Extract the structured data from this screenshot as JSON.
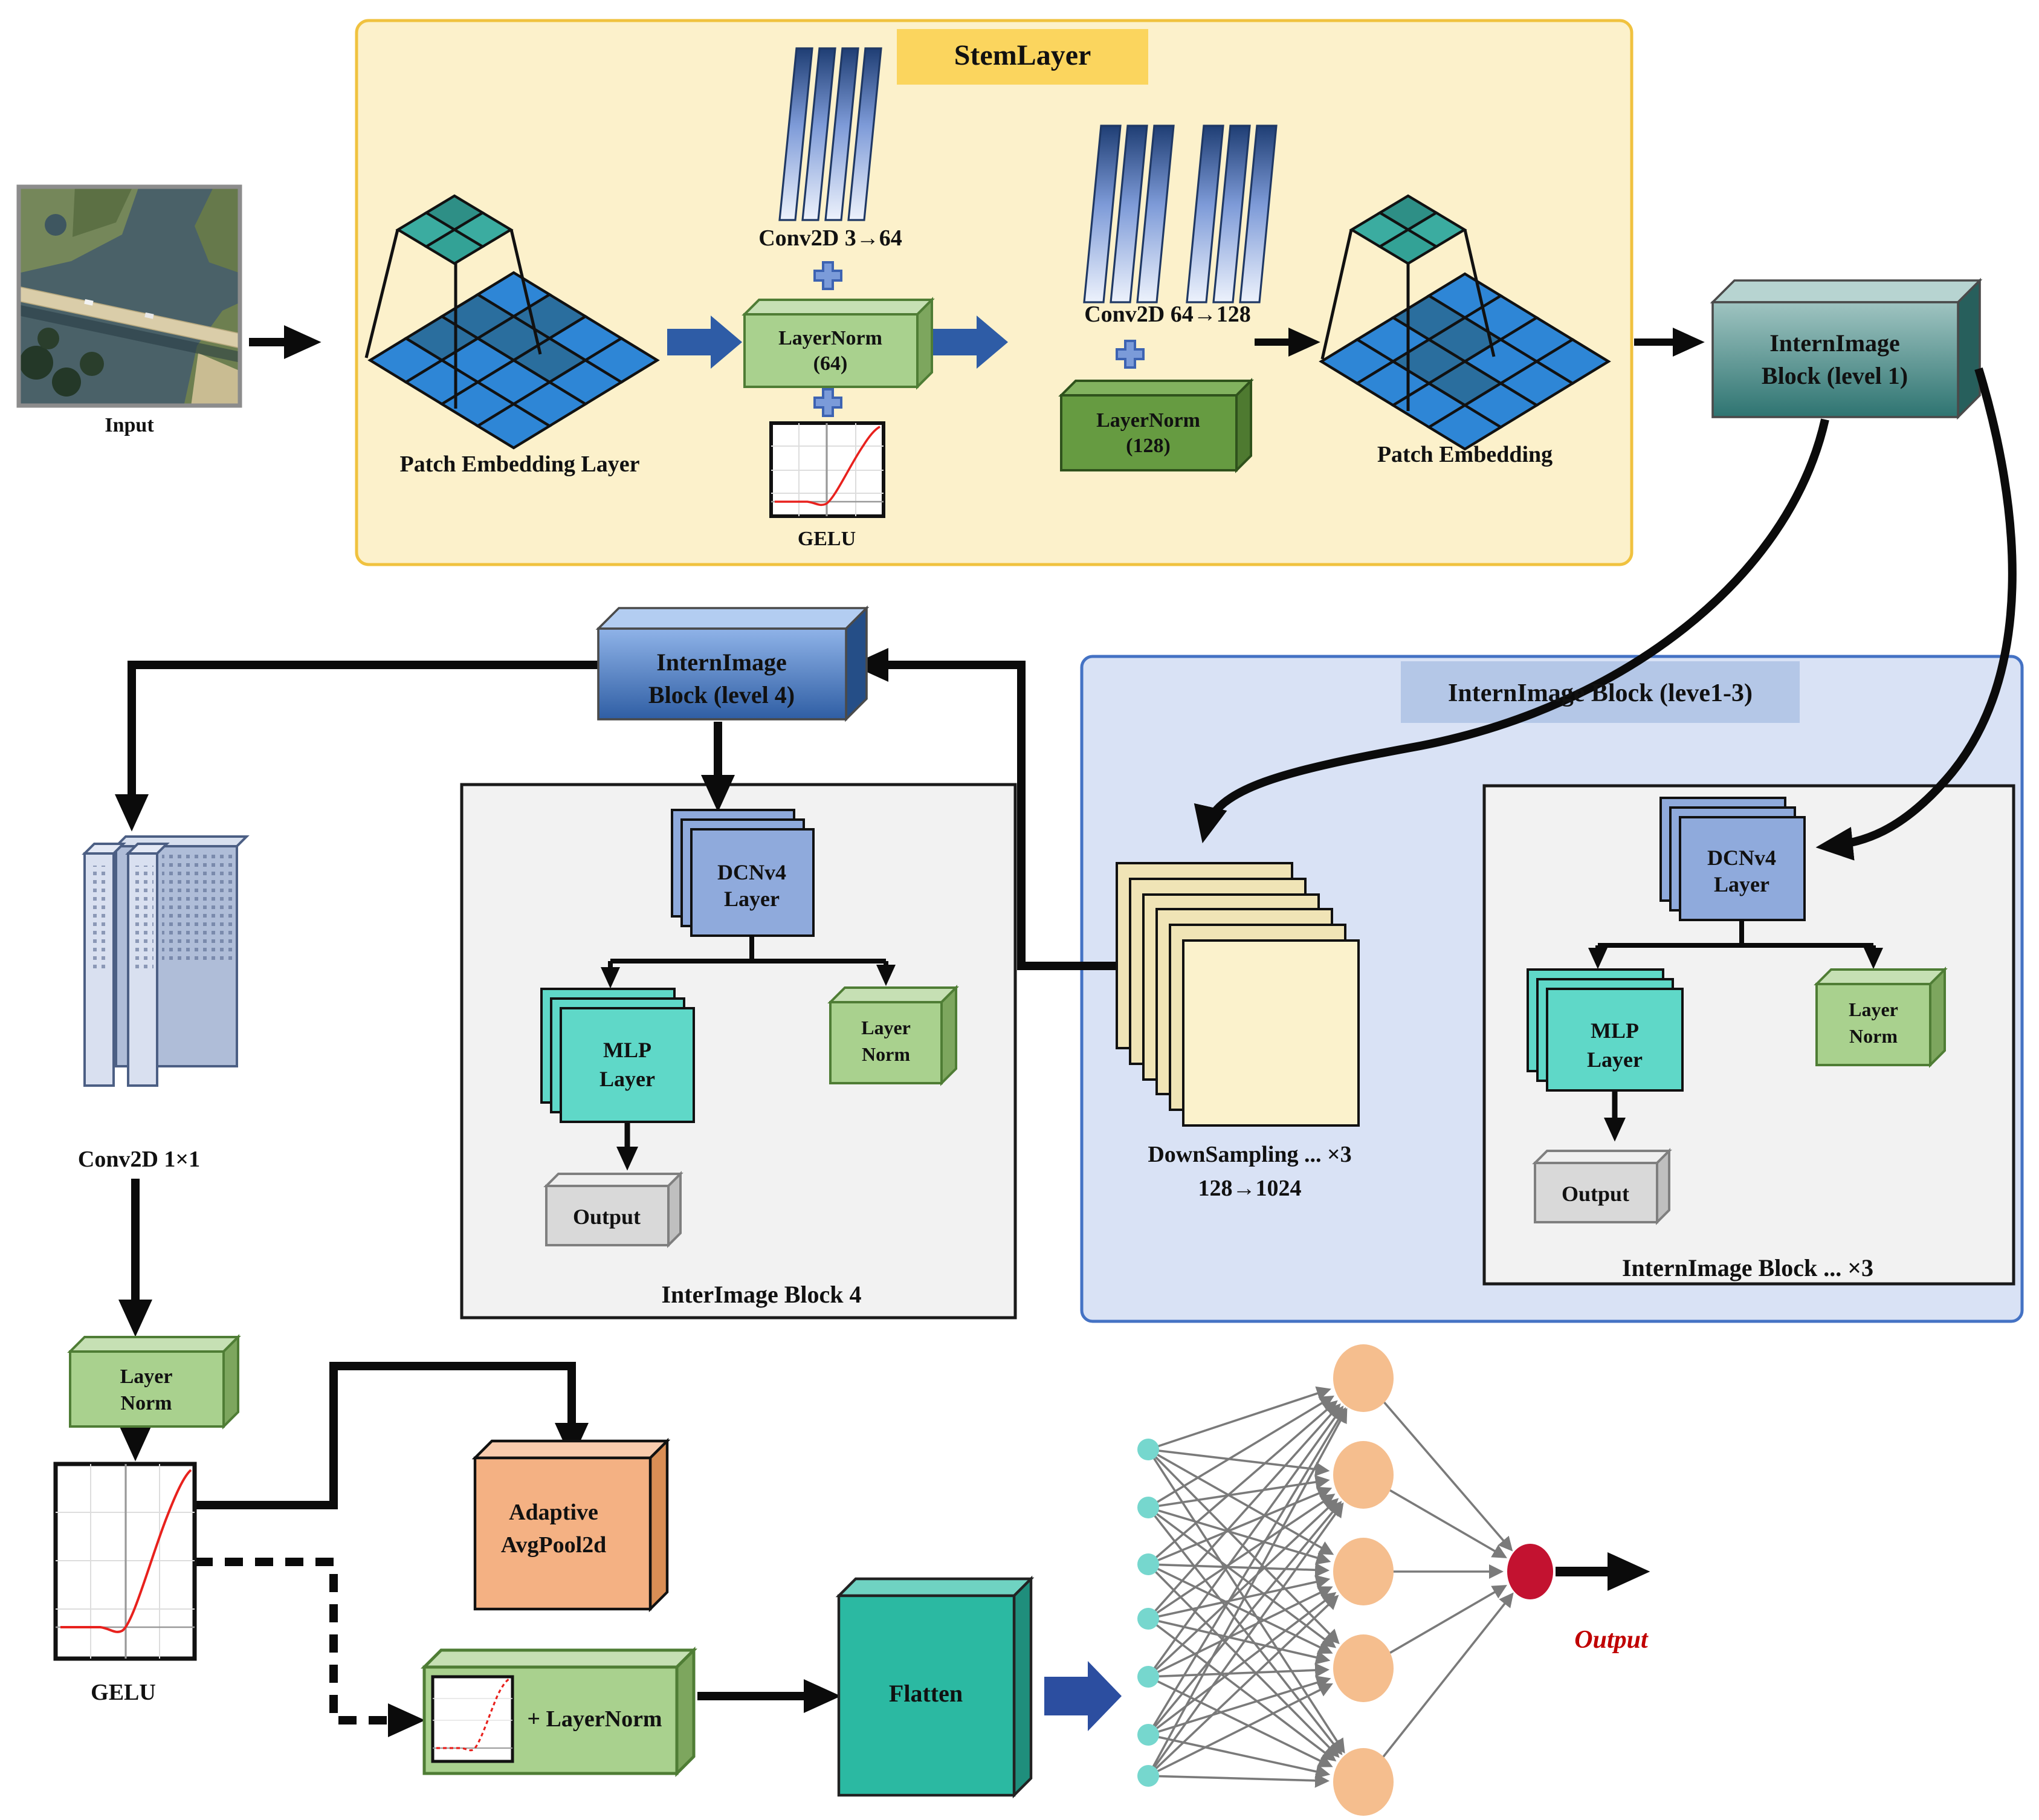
{
  "input": {
    "label": "Input"
  },
  "stem": {
    "title": "StemLayer",
    "patch_embedding_layer": "Patch Embedding Layer",
    "conv1": "Conv2D 3→64",
    "layernorm64": [
      "LayerNorm",
      "(64)"
    ],
    "gelu": "GELU",
    "conv2": "Conv2D 64→128",
    "layernorm128": [
      "LayerNorm",
      "(128)"
    ],
    "patch_embedding": "Patch Embedding"
  },
  "blocks": {
    "level1": [
      "InternImage",
      "Block (level 1)"
    ],
    "level4": [
      "InternImage",
      "Block (level 4)"
    ]
  },
  "block4": {
    "dcnv4": [
      "DCNv4",
      "Layer"
    ],
    "mlp": [
      "MLP",
      "Layer"
    ],
    "layernorm": [
      "Layer",
      "Norm"
    ],
    "output": "Output",
    "caption": "InterImage Block 4"
  },
  "blocks13": {
    "title": "InternImage Block (leve1-3)",
    "downsampling": [
      "DownSampling ... ×3",
      "128→1024"
    ],
    "dcnv4": [
      "DCNv4",
      "Layer"
    ],
    "mlp": [
      "MLP",
      "Layer"
    ],
    "layernorm": [
      "Layer",
      "Norm"
    ],
    "output": "Output",
    "caption": "InternImage Block ... ×3"
  },
  "left_branch": {
    "conv1x1": "Conv2D 1×1",
    "layernorm": [
      "Layer",
      "Norm"
    ],
    "gelu": "GELU"
  },
  "head": {
    "avgpool": [
      "Adaptive",
      "AvgPool2d"
    ],
    "plus_layernorm": "+ LayerNorm",
    "flatten": "Flatten",
    "output": "Output"
  },
  "colors": {
    "yellow_panel": "#FCF1CB",
    "yellow_border": "#F0C23F",
    "yellow_band": "#FBD55E",
    "blue_panel": "#D9E2F5",
    "blue_border": "#4472C4",
    "blue_band": "#B4C7E7",
    "green_light": "#A9D18E",
    "green_dark": "#669B41",
    "teal_block": "#2E7471",
    "blue_block": "#2F5EA4",
    "dcnv4_fill": "#8FAADC",
    "mlp_fill": "#5FD8C8",
    "output_fill": "#D9D9D9",
    "avgpool_fill": "#F4B183",
    "flatten_fill": "#2BB9A2",
    "downsampling_fill": "#FBF2CC",
    "node_input": "#76D7CE",
    "node_hidden": "#F5BE8E",
    "node_output": "#C31230",
    "block_arrow_blue": "#2E5CA6",
    "gelu_curve": "#E8211D",
    "output_label": "#C00000"
  }
}
